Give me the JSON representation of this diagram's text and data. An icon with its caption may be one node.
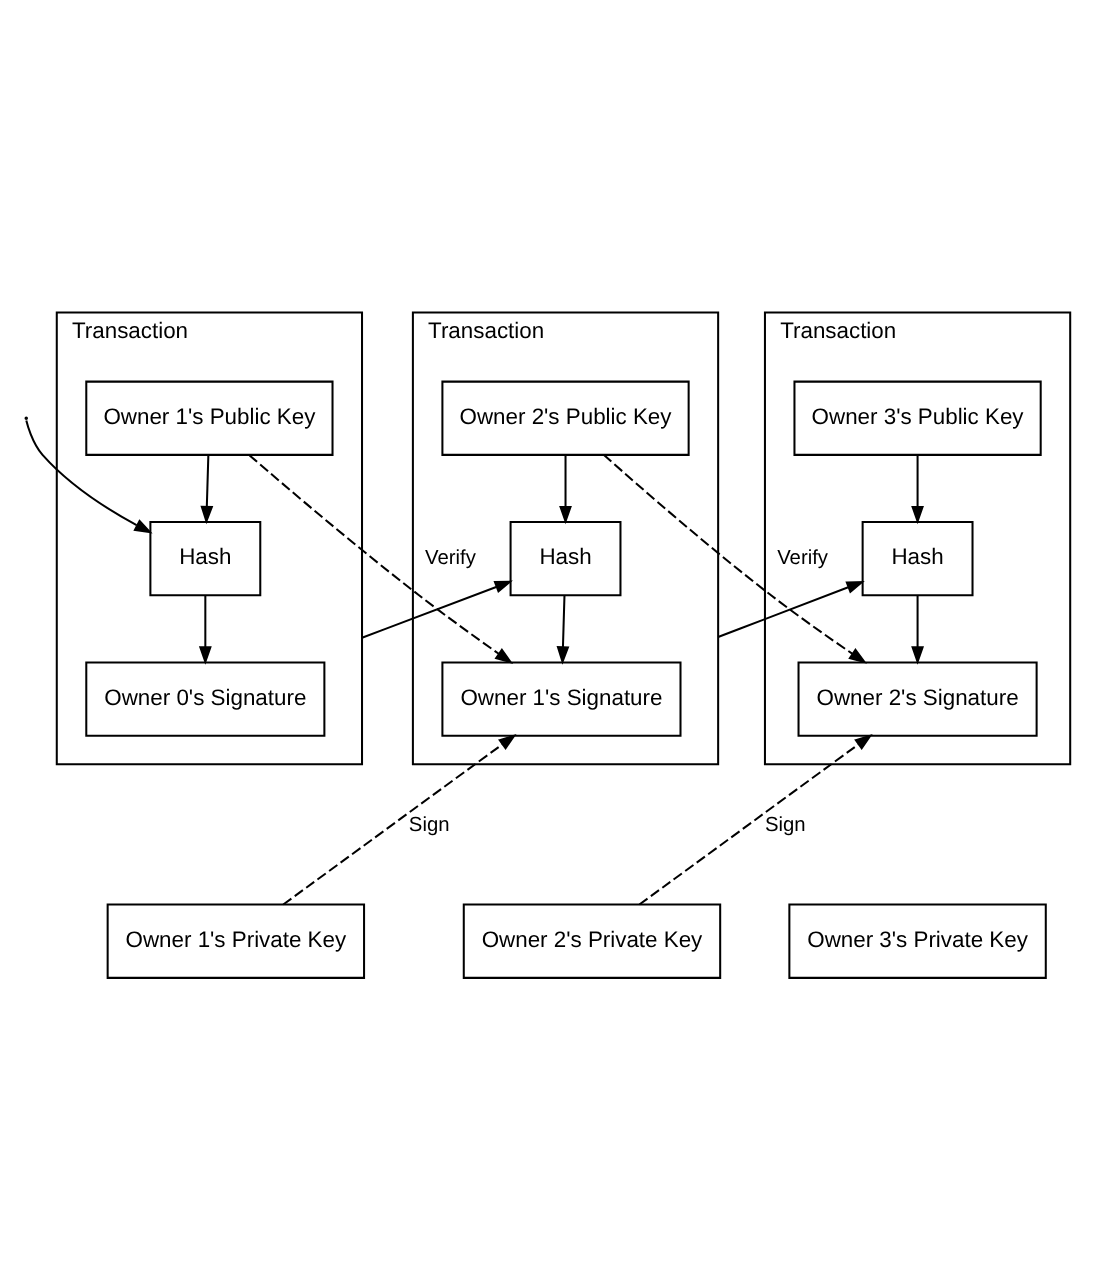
{
  "diagram": {
    "nodes": [
      {
        "text": [
          "Transaction"
        ]
      },
      {
        "text": [
          "Owner 1's Public Key"
        ],
        "in": 0
      },
      {
        "text": [
          "Hash"
        ],
        "in": 0
      },
      {
        "text": [
          "Owner 0's Signature"
        ],
        "in": 0
      },
      {
        "text": [
          "Transaction"
        ]
      },
      {
        "text": [
          "Owner 2's Public Key"
        ],
        "in": 4
      },
      {
        "text": [
          "Hash"
        ],
        "in": 4
      },
      {
        "text": [
          "Owner 1's Signature"
        ],
        "in": 4
      },
      {
        "text": [
          "Transaction"
        ]
      },
      {
        "text": [
          "Owner 3's Public Key"
        ],
        "in": 8
      },
      {
        "text": [
          "Hash"
        ],
        "in": 8
      },
      {
        "text": [
          "Owner 2's Signature"
        ],
        "in": 8
      },
      {
        "text": [
          "Owner 1's Private Key"
        ]
      },
      {
        "text": [
          "Owner 2's Private Key"
        ]
      },
      {
        "text": [
          "Owner 3's Private Key"
        ]
      }
    ],
    "edges": [
      {
        "from": null,
        "to": 2,
        "arrow": "to"
      },
      {
        "from": 1,
        "to": 2,
        "arrow": "to"
      },
      {
        "from": 2,
        "to": 3,
        "arrow": "to"
      },
      {
        "from": 1,
        "to": 7,
        "arrow": "to",
        "label": "Verify",
        "style": "dashed"
      },
      {
        "from": 0,
        "to": 6,
        "arrow": "to"
      },
      {
        "from": 5,
        "to": 6,
        "arrow": "to"
      },
      {
        "from": 6,
        "to": 7,
        "arrow": "to"
      },
      {
        "from": 5,
        "to": 11,
        "arrow": "to",
        "label": "Verify",
        "style": "dashed"
      },
      {
        "from": 4,
        "to": 10,
        "arrow": "to"
      },
      {
        "from": 9,
        "to": 10,
        "arrow": "to"
      },
      {
        "from": 10,
        "to": 11,
        "arrow": "to"
      },
      {
        "from": 12,
        "to": 7,
        "arrow": "to",
        "label": "Sign",
        "style": "dashed"
      },
      {
        "from": 13,
        "to": 11,
        "arrow": "to",
        "label": "Sign",
        "style": "dashed"
      }
    ]
  }
}
